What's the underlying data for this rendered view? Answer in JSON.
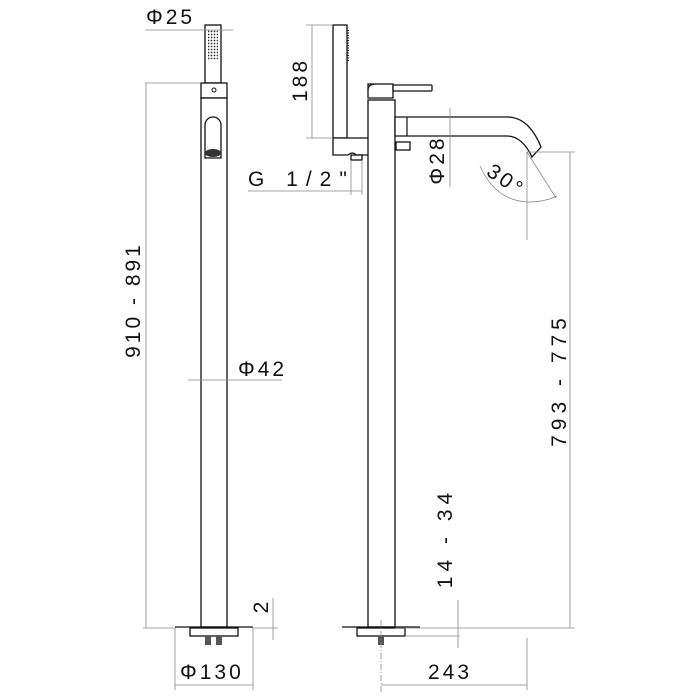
{
  "dimensions": {
    "handshower_diameter": "Φ25",
    "total_height": "910 - 891",
    "pipe_diameter": "Φ42",
    "base_gap": "2",
    "base_diameter": "Φ130",
    "handshower_length": "188",
    "hose_thread": "G 1/2\"",
    "spout_diameter": "Φ28",
    "spout_angle": "30°",
    "spout_height": "793 - 775",
    "floor_adjust": "14 - 34",
    "spout_projection": "243"
  }
}
